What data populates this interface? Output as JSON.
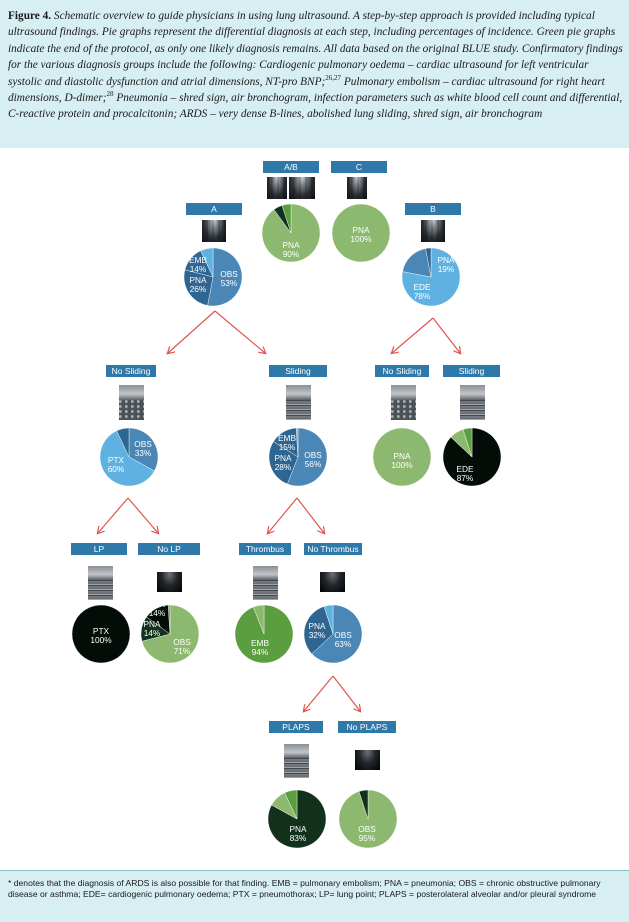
{
  "caption": {
    "figure_label": "Figure 4.",
    "text_1": "Schematic overview to guide physicians in using lung ultrasound. A step-by-step approach is provided including typical ultrasound findings. Pie graphs represent the differential diagnosis at each step, including percentages of incidence. Green pie graphs indicate the end of the protocol, as only one likely diagnosis remains. All data based on the original BLUE study. Confirmatory findings for the various diagnosis groups include the following: Cardiogenic pulmonary oedema – cardiac ultrasound for left ventricular systolic and diastolic dysfunction and atrial dimensions, NT-pro BNP;",
    "ref_1": "26,27",
    "text_2": " Pulmonary embolism – cardiac ultrasound for right heart dimensions, D-dimer;",
    "ref_2": "28",
    "text_3": " Pneumonia – shred sign, air bronchogram, infection parameters such as white blood cell count and differential, C-reactive protein and procalcitonin; ARDS – very dense B-lines, abolished lung sliding, shred sign, air bronchogram"
  },
  "footer": "* denotes that the diagnosis of ARDS is also possible for that finding. EMB = pulmonary embolism; PNA = pneumonia; OBS = chronic obstructive pulmonary disease or asthma; EDE= cardiogenic pulmonary oedema; PTX = pneumothorax; LP= lung point; PLAPS = posterolateral alveolar and/or pleural syndrome",
  "colors": {
    "label_bg": "#2f78aa",
    "caption_bg": "#d7eef2",
    "blue_mid": "#4a86b6",
    "blue_dark": "#2f6591",
    "blue_light": "#5fb1e2",
    "green_light": "#8db870",
    "green_mid": "#5a9e3f",
    "green_dark": "#12311c",
    "black": "#030c06",
    "arrow": "#e0554f"
  },
  "nodes": {
    "ab": {
      "label": "A/B",
      "pie": [
        "PNA",
        "90%"
      ]
    },
    "c": {
      "label": "C",
      "pie": [
        "PNA",
        "100%"
      ]
    },
    "a": {
      "label": "A",
      "pie": {
        "emb": [
          "EMB",
          "14%"
        ],
        "pna": [
          "PNA",
          "26%"
        ],
        "obs": [
          "OBS",
          "53%"
        ]
      }
    },
    "b": {
      "label": "B",
      "pie": {
        "pna": [
          "PNA",
          "19%"
        ],
        "ede": [
          "EDE",
          "78%"
        ]
      }
    },
    "a_nosliding": {
      "label": "No Sliding",
      "pie": {
        "obs": [
          "OBS",
          "33%"
        ],
        "ptx": [
          "PTX",
          "60%"
        ]
      }
    },
    "a_sliding": {
      "label": "Sliding",
      "pie": {
        "emb": [
          "EMB",
          "15%"
        ],
        "pna": [
          "PNA",
          "28%"
        ],
        "obs": [
          "OBS",
          "56%"
        ]
      }
    },
    "b_nosliding": {
      "label": "No Sliding",
      "pie": [
        "PNA",
        "100%"
      ]
    },
    "b_sliding": {
      "label": "Sliding",
      "pie": [
        "EDE",
        "87%"
      ]
    },
    "lp": {
      "label": "LP",
      "pie": [
        "PTX",
        "100%"
      ]
    },
    "nolp": {
      "label": "No LP",
      "pie": {
        "ptx": [
          "PTX",
          "14%"
        ],
        "pna": [
          "PNA",
          "14%"
        ],
        "obs": [
          "OBS",
          "71%"
        ]
      }
    },
    "thrombus": {
      "label": "Thrombus",
      "pie": [
        "EMB",
        "94%"
      ]
    },
    "nothrombus": {
      "label": "No Thrombus",
      "pie": {
        "pna": [
          "PNA",
          "32%"
        ],
        "obs": [
          "OBS",
          "63%"
        ]
      }
    },
    "plaps": {
      "label": "PLAPS",
      "pie": [
        "PNA",
        "83%"
      ]
    },
    "noplaps": {
      "label": "No PLAPS",
      "pie": [
        "OBS",
        "95%"
      ]
    }
  },
  "pies": [
    {
      "id": "ab",
      "slices": [
        {
          "v": 90,
          "c": "green_light"
        },
        {
          "v": 5,
          "c": "green_dark"
        },
        {
          "v": 5,
          "c": "green_mid"
        }
      ]
    },
    {
      "id": "c",
      "slices": [
        {
          "v": 100,
          "c": "green_light"
        }
      ]
    },
    {
      "id": "a",
      "slices": [
        {
          "v": 53,
          "c": "blue_mid"
        },
        {
          "v": 26,
          "c": "blue_dark"
        },
        {
          "v": 14,
          "c": "blue_dark"
        },
        {
          "v": 7,
          "c": "blue_light"
        }
      ]
    },
    {
      "id": "b",
      "slices": [
        {
          "v": 78,
          "c": "blue_light"
        },
        {
          "v": 19,
          "c": "blue_mid"
        },
        {
          "v": 3,
          "c": "blue_dark"
        }
      ]
    },
    {
      "id": "a_nosliding",
      "slices": [
        {
          "v": 33,
          "c": "blue_mid"
        },
        {
          "v": 60,
          "c": "blue_light"
        },
        {
          "v": 7,
          "c": "blue_dark"
        }
      ]
    },
    {
      "id": "a_sliding",
      "slices": [
        {
          "v": 56,
          "c": "blue_mid"
        },
        {
          "v": 28,
          "c": "blue_dark"
        },
        {
          "v": 15,
          "c": "blue_dark"
        },
        {
          "v": 1,
          "c": "blue_light"
        }
      ]
    },
    {
      "id": "b_nosliding",
      "slices": [
        {
          "v": 100,
          "c": "green_light"
        }
      ]
    },
    {
      "id": "b_sliding",
      "slices": [
        {
          "v": 87,
          "c": "black"
        },
        {
          "v": 8,
          "c": "green_light"
        },
        {
          "v": 5,
          "c": "green_mid"
        }
      ]
    },
    {
      "id": "lp",
      "slices": [
        {
          "v": 100,
          "c": "black"
        }
      ]
    },
    {
      "id": "nolp",
      "slices": [
        {
          "v": 71,
          "c": "green_light"
        },
        {
          "v": 14,
          "c": "green_dark"
        },
        {
          "v": 14,
          "c": "black"
        },
        {
          "v": 1,
          "c": "green_mid"
        }
      ]
    },
    {
      "id": "thrombus",
      "slices": [
        {
          "v": 94,
          "c": "green_mid"
        },
        {
          "v": 6,
          "c": "green_light"
        }
      ]
    },
    {
      "id": "nothrombus",
      "slices": [
        {
          "v": 63,
          "c": "blue_mid"
        },
        {
          "v": 32,
          "c": "blue_dark"
        },
        {
          "v": 5,
          "c": "blue_light"
        }
      ]
    },
    {
      "id": "plaps",
      "slices": [
        {
          "v": 83,
          "c": "green_dark"
        },
        {
          "v": 10,
          "c": "green_light"
        },
        {
          "v": 7,
          "c": "green_mid"
        }
      ]
    },
    {
      "id": "noplaps",
      "slices": [
        {
          "v": 95,
          "c": "green_light"
        },
        {
          "v": 5,
          "c": "green_dark"
        }
      ]
    }
  ]
}
